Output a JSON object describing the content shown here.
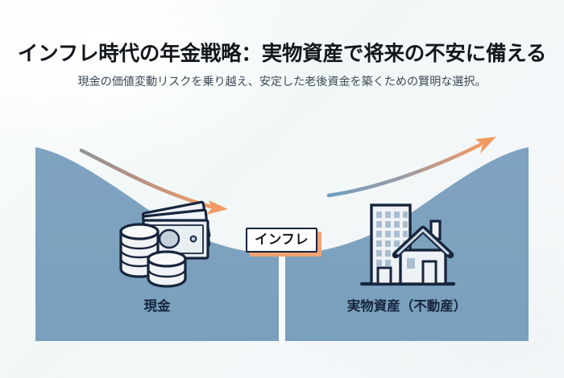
{
  "header": {
    "title": "インフレ時代の年金戦略：実物資産で将来の不安に備える",
    "subtitle": "現金の価値変動リスクを乗り越え、安定した老後資金を築くための賢明な選択。"
  },
  "illustration": {
    "left_panel": {
      "caption": "現金",
      "icon": "cash-stack-icon",
      "trend": "down"
    },
    "right_panel": {
      "caption": "実物資産（不動産）",
      "icon": "building-house-icon",
      "trend": "up"
    },
    "center_badge": {
      "label": "インフレ"
    }
  },
  "colors": {
    "panel_fill": "#7ba0be",
    "panel_fill_light": "#8fafc8",
    "ink": "#17253d",
    "accent_orange": "#f09a63",
    "arrow_gray": "#8f9296",
    "arrow_blue": "#6f9ec0",
    "badge_shadow": "#f0a375",
    "title_color": "#13171d",
    "subtitle_color": "#3c4a57",
    "background": "#f4f8f8"
  }
}
